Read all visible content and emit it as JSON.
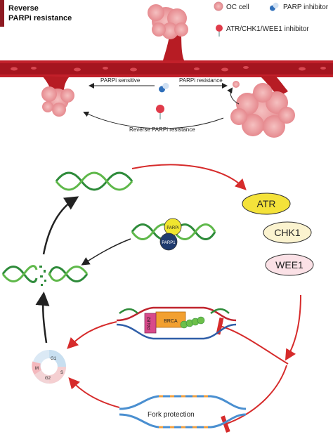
{
  "title": {
    "line1": "Reverse",
    "line2": "PARPi resistance"
  },
  "legend": {
    "oc_cell": "OC cell",
    "parp_inhibitor": "PARP inhibitor",
    "atr_inhibitor": "ATR/CHK1/WEE1 inhibitor"
  },
  "top_panel": {
    "parpi_sensitive": "PARPi sensitive",
    "parpi_resistance": "PARPi resistance",
    "reverse_resistance": "Reverse PARPi resistance"
  },
  "pathway": {
    "atr": "ATR",
    "chk1": "CHK1",
    "wee1": "WEE1"
  },
  "proteins": {
    "parp_a": "PARPi",
    "parp_b": "PARP1",
    "palb2": "PALB2",
    "brca": "BRCA"
  },
  "cell_cycle": {
    "g1": "G1",
    "s": "S",
    "g2": "G2",
    "m": "M"
  },
  "fork_protection": "Fork protection",
  "colors": {
    "accent_red": "#d62b2b",
    "vessel": "#b71c24",
    "dna_green": "#2e8b3a"
  }
}
